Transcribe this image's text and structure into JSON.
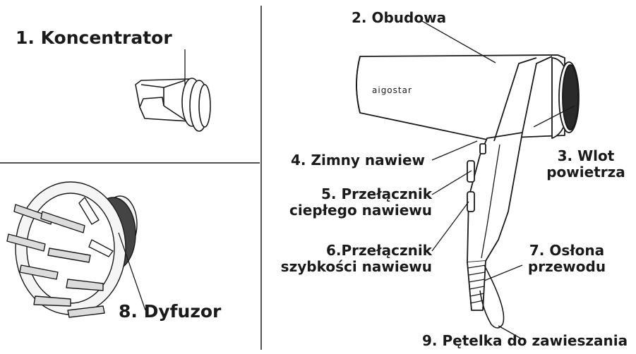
{
  "labels": {
    "koncentrator": "1. Koncentrator",
    "obudowa": "2. Obudowa",
    "wlot_line1": "3. Wlot",
    "wlot_line2": "powietrza",
    "zimny": "4. Zimny nawiew",
    "przelacznik_cieplego_line1": "5. Przełącznik",
    "przelacznik_cieplego_line2": "ciepłego nawiewu",
    "przelacznik_szybkosci_line1": "6.Przełącznik",
    "przelacznik_szybkosci_line2": "szybkości nawiewu",
    "oslona_line1": "7. Osłona",
    "oslona_line2": "przewodu",
    "dyfuzor": "8. Dyfuzor",
    "petelka": "9. Pętelka do zawieszania"
  },
  "brand": "aigostar",
  "colors": {
    "ink": "#1a1a1a",
    "grille": "#2a2a2a",
    "background": "#ffffff"
  }
}
